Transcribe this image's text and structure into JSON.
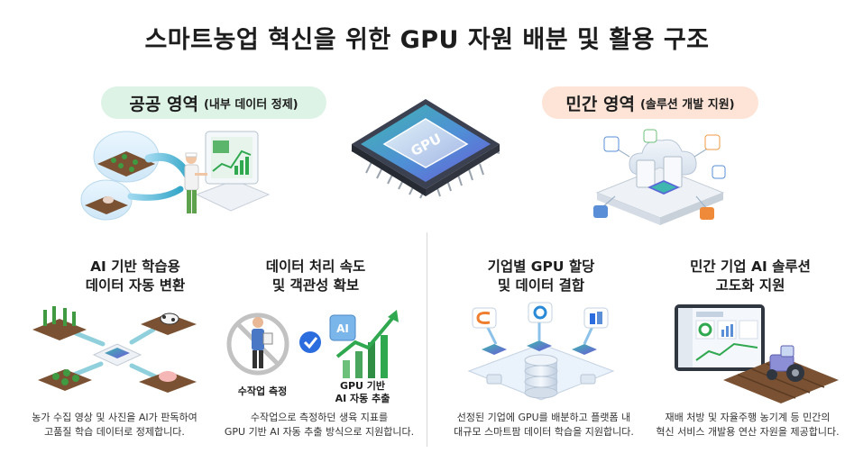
{
  "title": "스마트농업 혁신을 위한 GPU 자원 배분 및 활용 구조",
  "public_area": {
    "title": "공공 영역",
    "subtitle": "(내부 데이터 정제)"
  },
  "private_area": {
    "title": "민간 영역",
    "subtitle": "(솔루션 개발 지원)"
  },
  "gpu_chip": {
    "label": "GPU"
  },
  "sections": [
    {
      "heading_line1": "AI 기반 학습용",
      "heading_line2": "데이터 자동 변환",
      "desc_line1": "농가 수집 영상 및 사진을 AI가 판독하여",
      "desc_line2": "고품질 학습 데이터로 정제합니다."
    },
    {
      "heading_line1": "데이터 처리 속도",
      "heading_line2": "및 객관성 확보",
      "desc_line1": "수작업으로 측정하던 생육 지표를",
      "desc_line2": "GPU 기반 AI 자동 추출 방식으로 지원합니다.",
      "label_manual": "수작업 측정",
      "label_auto_line1": "GPU 기반",
      "label_auto_line2": "AI 자동 추출",
      "ai_badge": "AI"
    },
    {
      "heading_line1": "기업별 GPU 할당",
      "heading_line2": "및 데이터 결합",
      "desc_line1": "선정된 기업에 GPU를 배분하고 플랫폼 내",
      "desc_line2": "대규모 스마트팜 데이터 학습을 지원합니다."
    },
    {
      "heading_line1": "민간 기업 AI 솔루션",
      "heading_line2": "고도화 지원",
      "desc_line1": "재배 처방 및 자율주행 농기계 등 민간의",
      "desc_line2": "혁신 서비스 개발용 연산 자원을 제공합니다."
    }
  ],
  "colors": {
    "public_pill": "#ddf3e6",
    "private_pill": "#fde4d6",
    "gpu_teal": "#3fb6b0",
    "gpu_purple": "#6b5bd6",
    "accent_blue": "#2b6cde",
    "accent_green": "#2fa84f"
  }
}
